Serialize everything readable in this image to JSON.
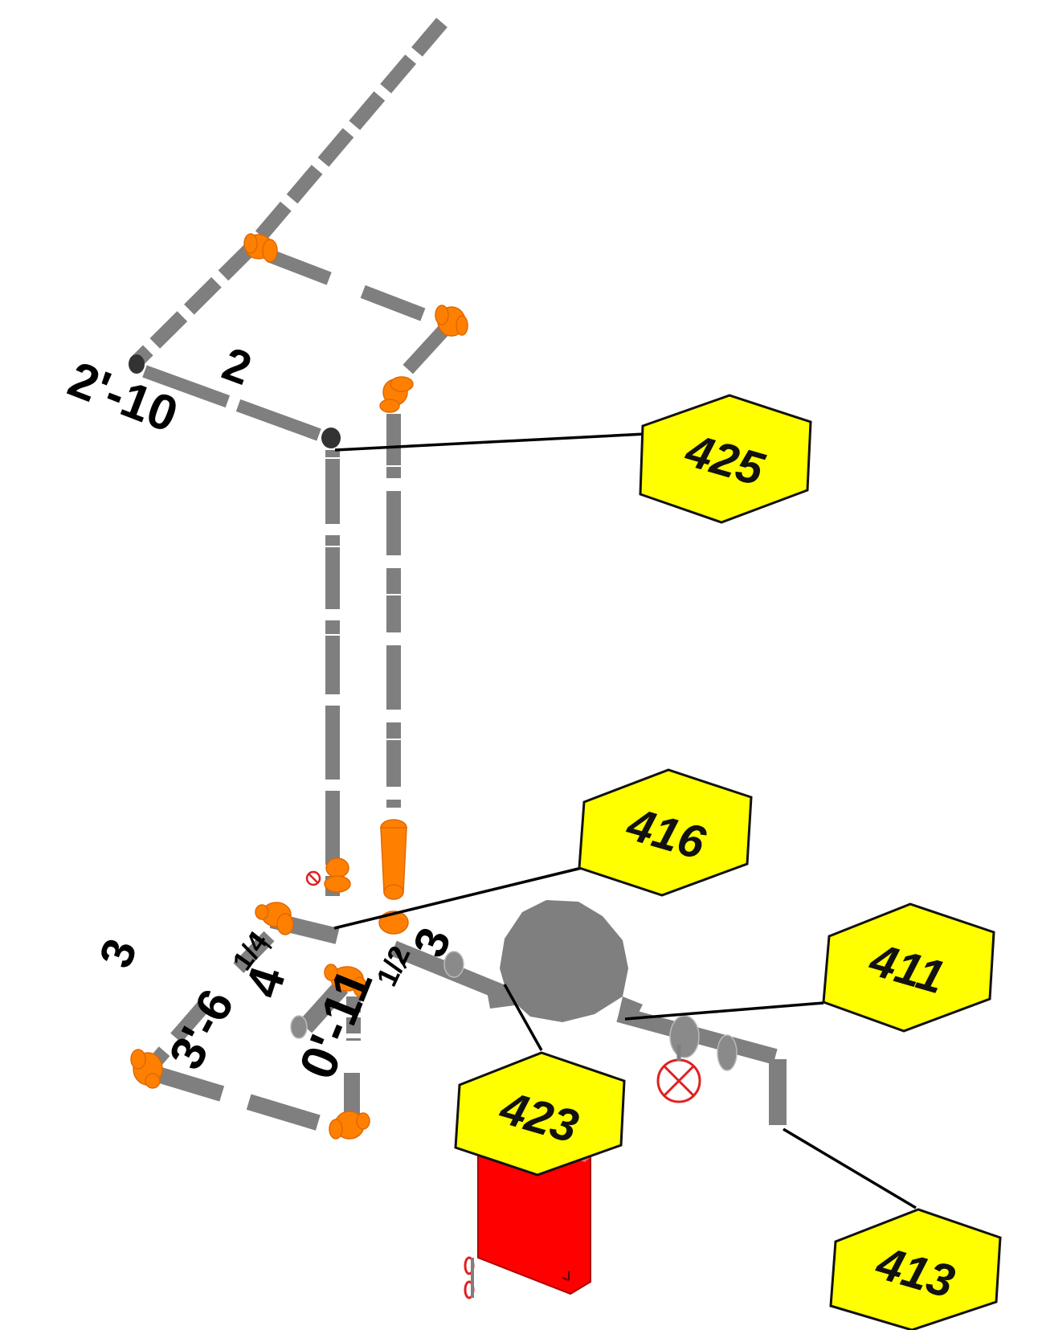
{
  "dimensions": {
    "top_width": "2",
    "top_length": "2'-10",
    "lower_width_a": "3",
    "lower_length_a": "3'-6",
    "lower_fraction_a": "1/4",
    "lower_width_b": "4",
    "lower_length_b": "0'-11",
    "lower_fraction_b": "1/2",
    "lower_width_c": "3"
  },
  "tags": [
    {
      "id": "tag-425",
      "label": "425"
    },
    {
      "id": "tag-416",
      "label": "416"
    },
    {
      "id": "tag-411",
      "label": "411"
    },
    {
      "id": "tag-423",
      "label": "423"
    },
    {
      "id": "tag-413",
      "label": "413"
    }
  ],
  "colors": {
    "pipe": "#7f7f7f",
    "fitting": "#ff8000",
    "tag_fill": "#ffff00",
    "tag_stroke": "#111111",
    "equipment": "#ff0000",
    "valve_handle": "#e02020",
    "vessel": "#7f7f7f",
    "leader": "#000000"
  }
}
